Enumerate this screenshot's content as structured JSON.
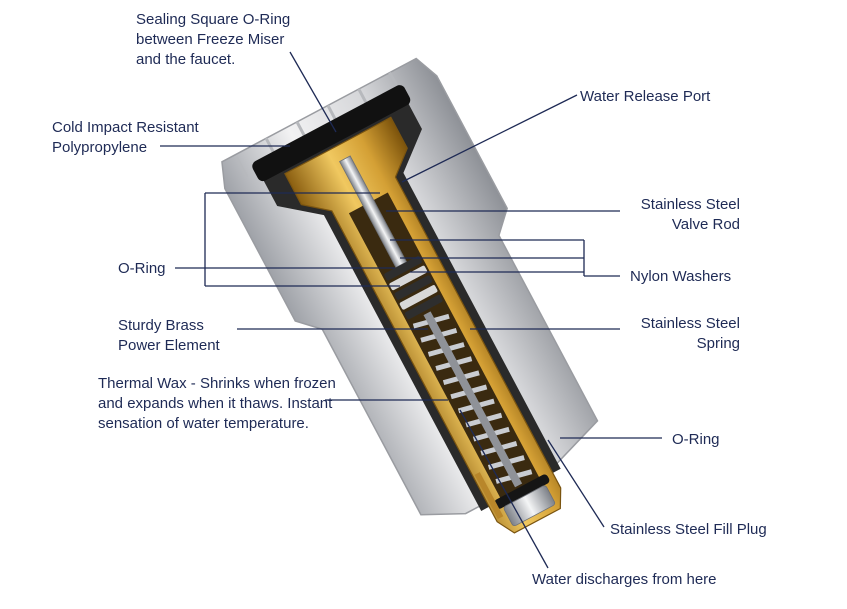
{
  "diagram": {
    "labels": {
      "sealing_oring": "Sealing Square O-Ring\nbetween Freeze Miser\nand the faucet.",
      "polypropylene": "Cold Impact Resistant\nPolypropylene",
      "water_release_port": "Water Release Port",
      "valve_rod": "Stainless Steel\nValve Rod",
      "oring_left": "O-Ring",
      "nylon_washers": "Nylon Washers",
      "brass_element": "Sturdy Brass\nPower Element",
      "spring": "Stainless Steel\nSpring",
      "thermal_wax": "Thermal Wax - Shrinks when frozen\nand expands when it thaws. Instant\nsensation of water temperature.",
      "oring_right": "O-Ring",
      "fill_plug": "Stainless Steel Fill Plug",
      "discharge": "Water discharges from here"
    },
    "colors": {
      "text": "#1e2a55",
      "leader": "#1e2a55",
      "housing": "#d9dadd",
      "housing_shadow": "#a9abb0",
      "brass": "#d9a93a",
      "brass_dark": "#9c6f14",
      "rubber": "#1c1c1c",
      "steel": "#c3c6cb"
    }
  }
}
